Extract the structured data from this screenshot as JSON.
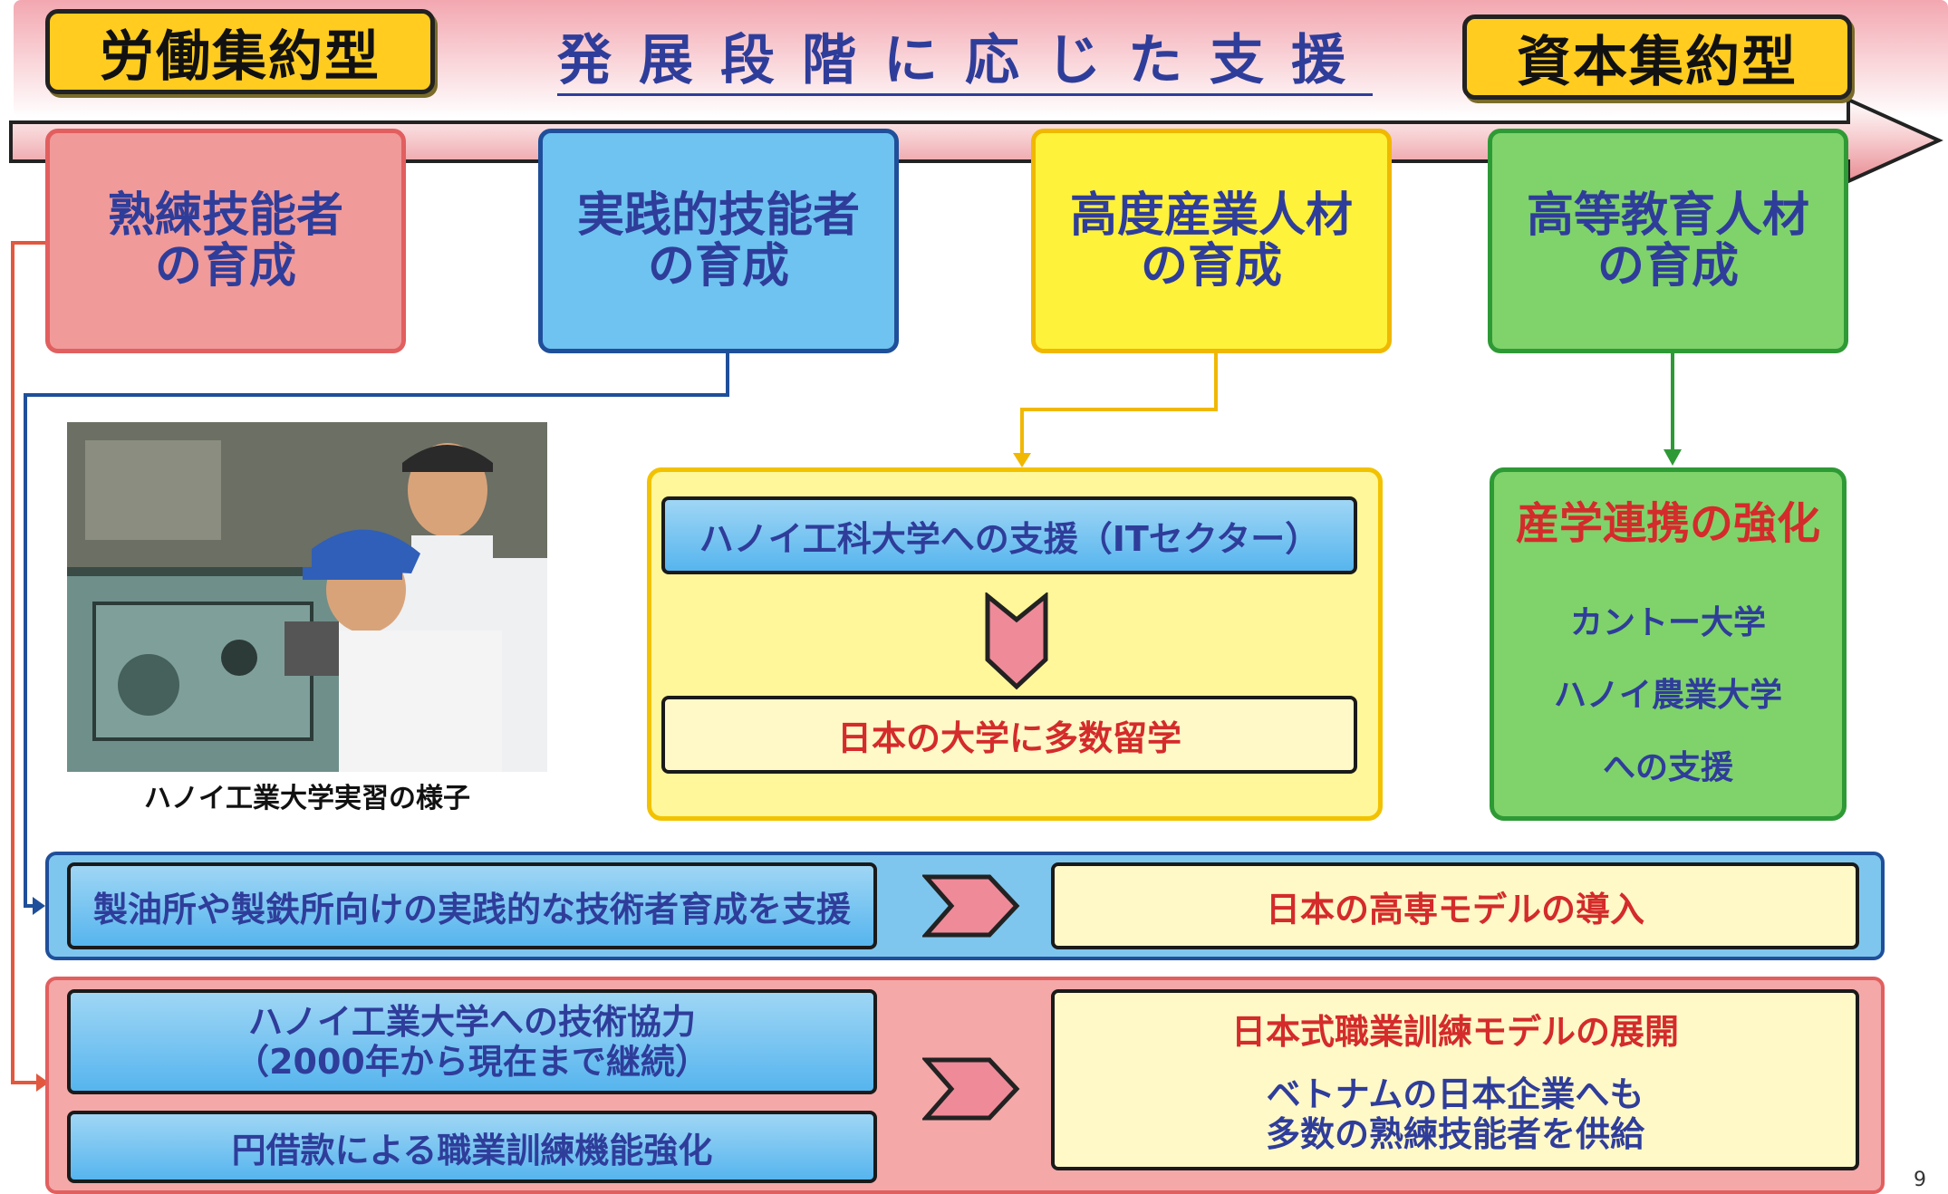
{
  "header": {
    "left_badge": "労働集約型",
    "title": "発展段階に応じた支援",
    "right_badge": "資本集約型"
  },
  "stages": [
    {
      "line1": "熟練技能者",
      "line2": "の育成"
    },
    {
      "line1": "実践的技能者",
      "line2": "の育成"
    },
    {
      "line1": "高度産業人材",
      "line2": "の育成"
    },
    {
      "line1": "高等教育人材",
      "line2": "の育成"
    }
  ],
  "photo": {
    "caption": "ハノイ工業大学実習の様子"
  },
  "yellow_panel": {
    "top": "ハノイ工科大学への支援（ITセクター）",
    "bottom": "日本の大学に多数留学"
  },
  "green_panel": {
    "title": "産学連携の強化",
    "items": [
      "カントー大学",
      "ハノイ農業大学",
      "への支援"
    ]
  },
  "band_blue": {
    "left": "製油所や製鉄所向けの実践的な技術者育成を支援",
    "right": "日本の高専モデルの導入"
  },
  "band_pink": {
    "left_top_line1": "ハノイ工業大学への技術協力",
    "left_top_line2": "（2000年から現在まで継続）",
    "left_bottom": "円借款による職業訓練機能強化",
    "right_line1": "日本式職業訓練モデルの展開",
    "right_line2": "ベトナムの日本企業へも",
    "right_line3": "多数の熟練技能者を供給"
  },
  "page_number": "9",
  "colors": {
    "accent_red": "#d42b2b",
    "accent_blue": "#2f3d9a",
    "badge_yellow": "#ffcc1f"
  }
}
